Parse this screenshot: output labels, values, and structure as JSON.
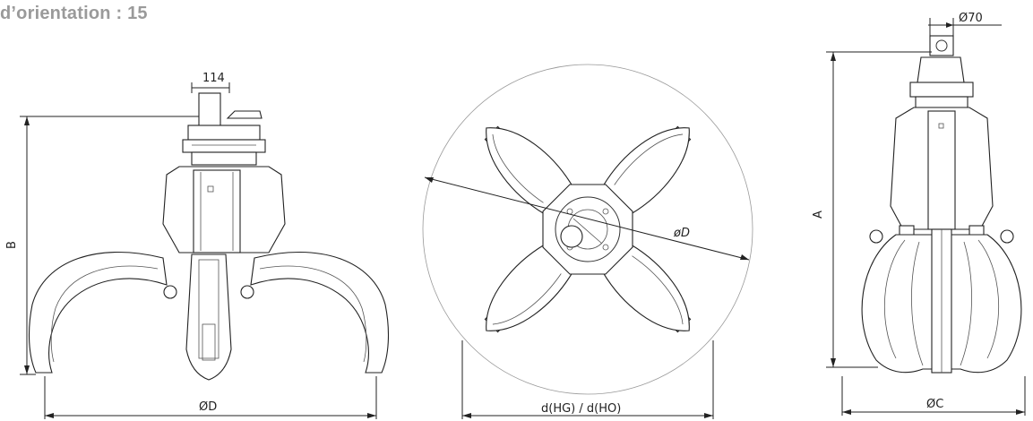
{
  "header": {
    "title": "d’orientation : 15"
  },
  "views": {
    "left": {
      "top_width_label": "114",
      "height_label": "B",
      "width_label": "ØD"
    },
    "top": {
      "diameter_label": "øD",
      "width_label": "d(HG)  /  d(HO)"
    },
    "right": {
      "top_label": "Ø70",
      "height_label": "A",
      "width_label": "ØC"
    }
  }
}
